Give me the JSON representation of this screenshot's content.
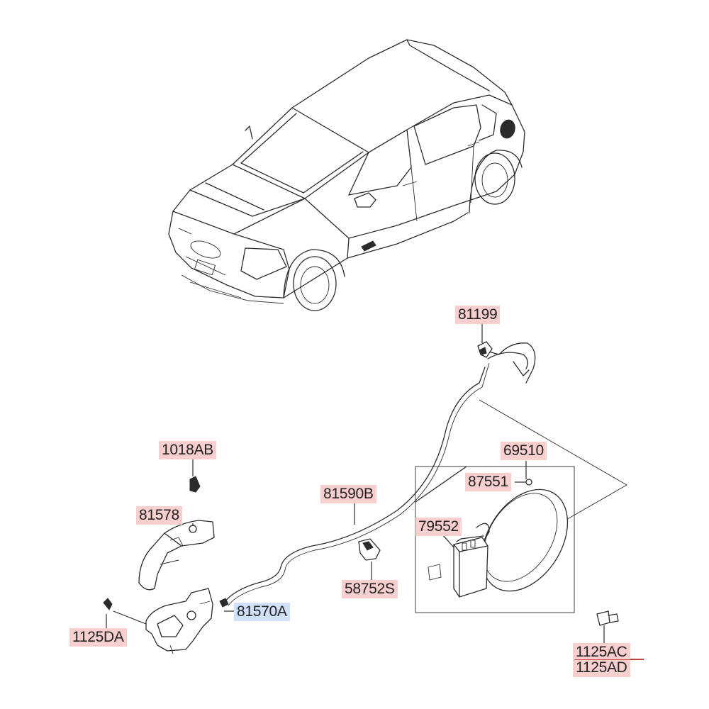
{
  "diagram": {
    "labels": [
      {
        "id": "l-81199",
        "text": "81199",
        "selected": false
      },
      {
        "id": "l-69510",
        "text": "69510",
        "selected": false
      },
      {
        "id": "l-87551",
        "text": "87551",
        "selected": false
      },
      {
        "id": "l-79552",
        "text": "79552",
        "selected": false
      },
      {
        "id": "l-1018AB",
        "text": "1018AB",
        "selected": false
      },
      {
        "id": "l-81578",
        "text": "81578",
        "selected": false
      },
      {
        "id": "l-81590B",
        "text": "81590B",
        "selected": false
      },
      {
        "id": "l-58752S",
        "text": "58752S",
        "selected": false
      },
      {
        "id": "l-81570A",
        "text": "81570A",
        "selected": true
      },
      {
        "id": "l-1125DA",
        "text": "1125DA",
        "selected": false
      },
      {
        "id": "l-1125AC",
        "text": "1125AC",
        "selected": false
      },
      {
        "id": "l-1125AD",
        "text": "1125AD",
        "selected": false
      }
    ],
    "colors": {
      "label_highlight": "#f8cfcf",
      "selected_highlight": "#cfe0f8",
      "line": "#2b2b2b",
      "divider": "#c8403a"
    }
  }
}
